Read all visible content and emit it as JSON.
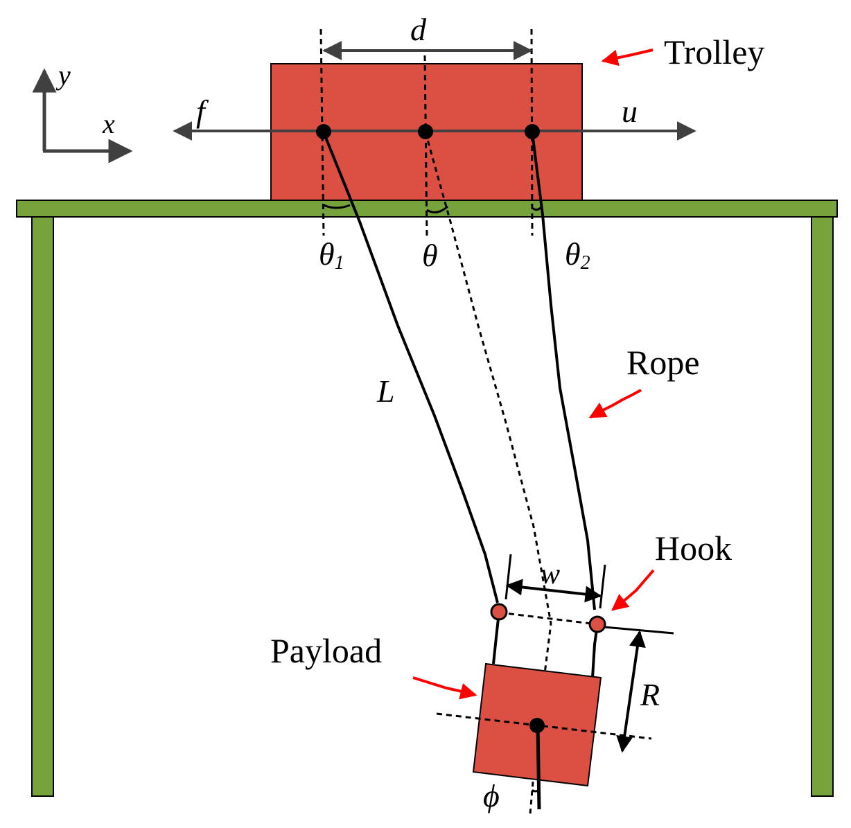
{
  "colors": {
    "trolley": "#dc5044",
    "payload": "#dc5044",
    "table": "#76a33c",
    "arrow_gray": "#404040",
    "annotation_red": "#ff0000",
    "rope": "#000000"
  },
  "labels": {
    "d": "d",
    "trolley": "Trolley",
    "y": "y",
    "x": "x",
    "f": "f",
    "u": "u",
    "theta1": "θ",
    "theta1_sub": "1",
    "theta": "θ",
    "theta2": "θ",
    "theta2_sub": "2",
    "L": "L",
    "rope": "Rope",
    "hook": "Hook",
    "w": "w",
    "payload": "Payload",
    "R": "R",
    "phi": "ϕ"
  }
}
